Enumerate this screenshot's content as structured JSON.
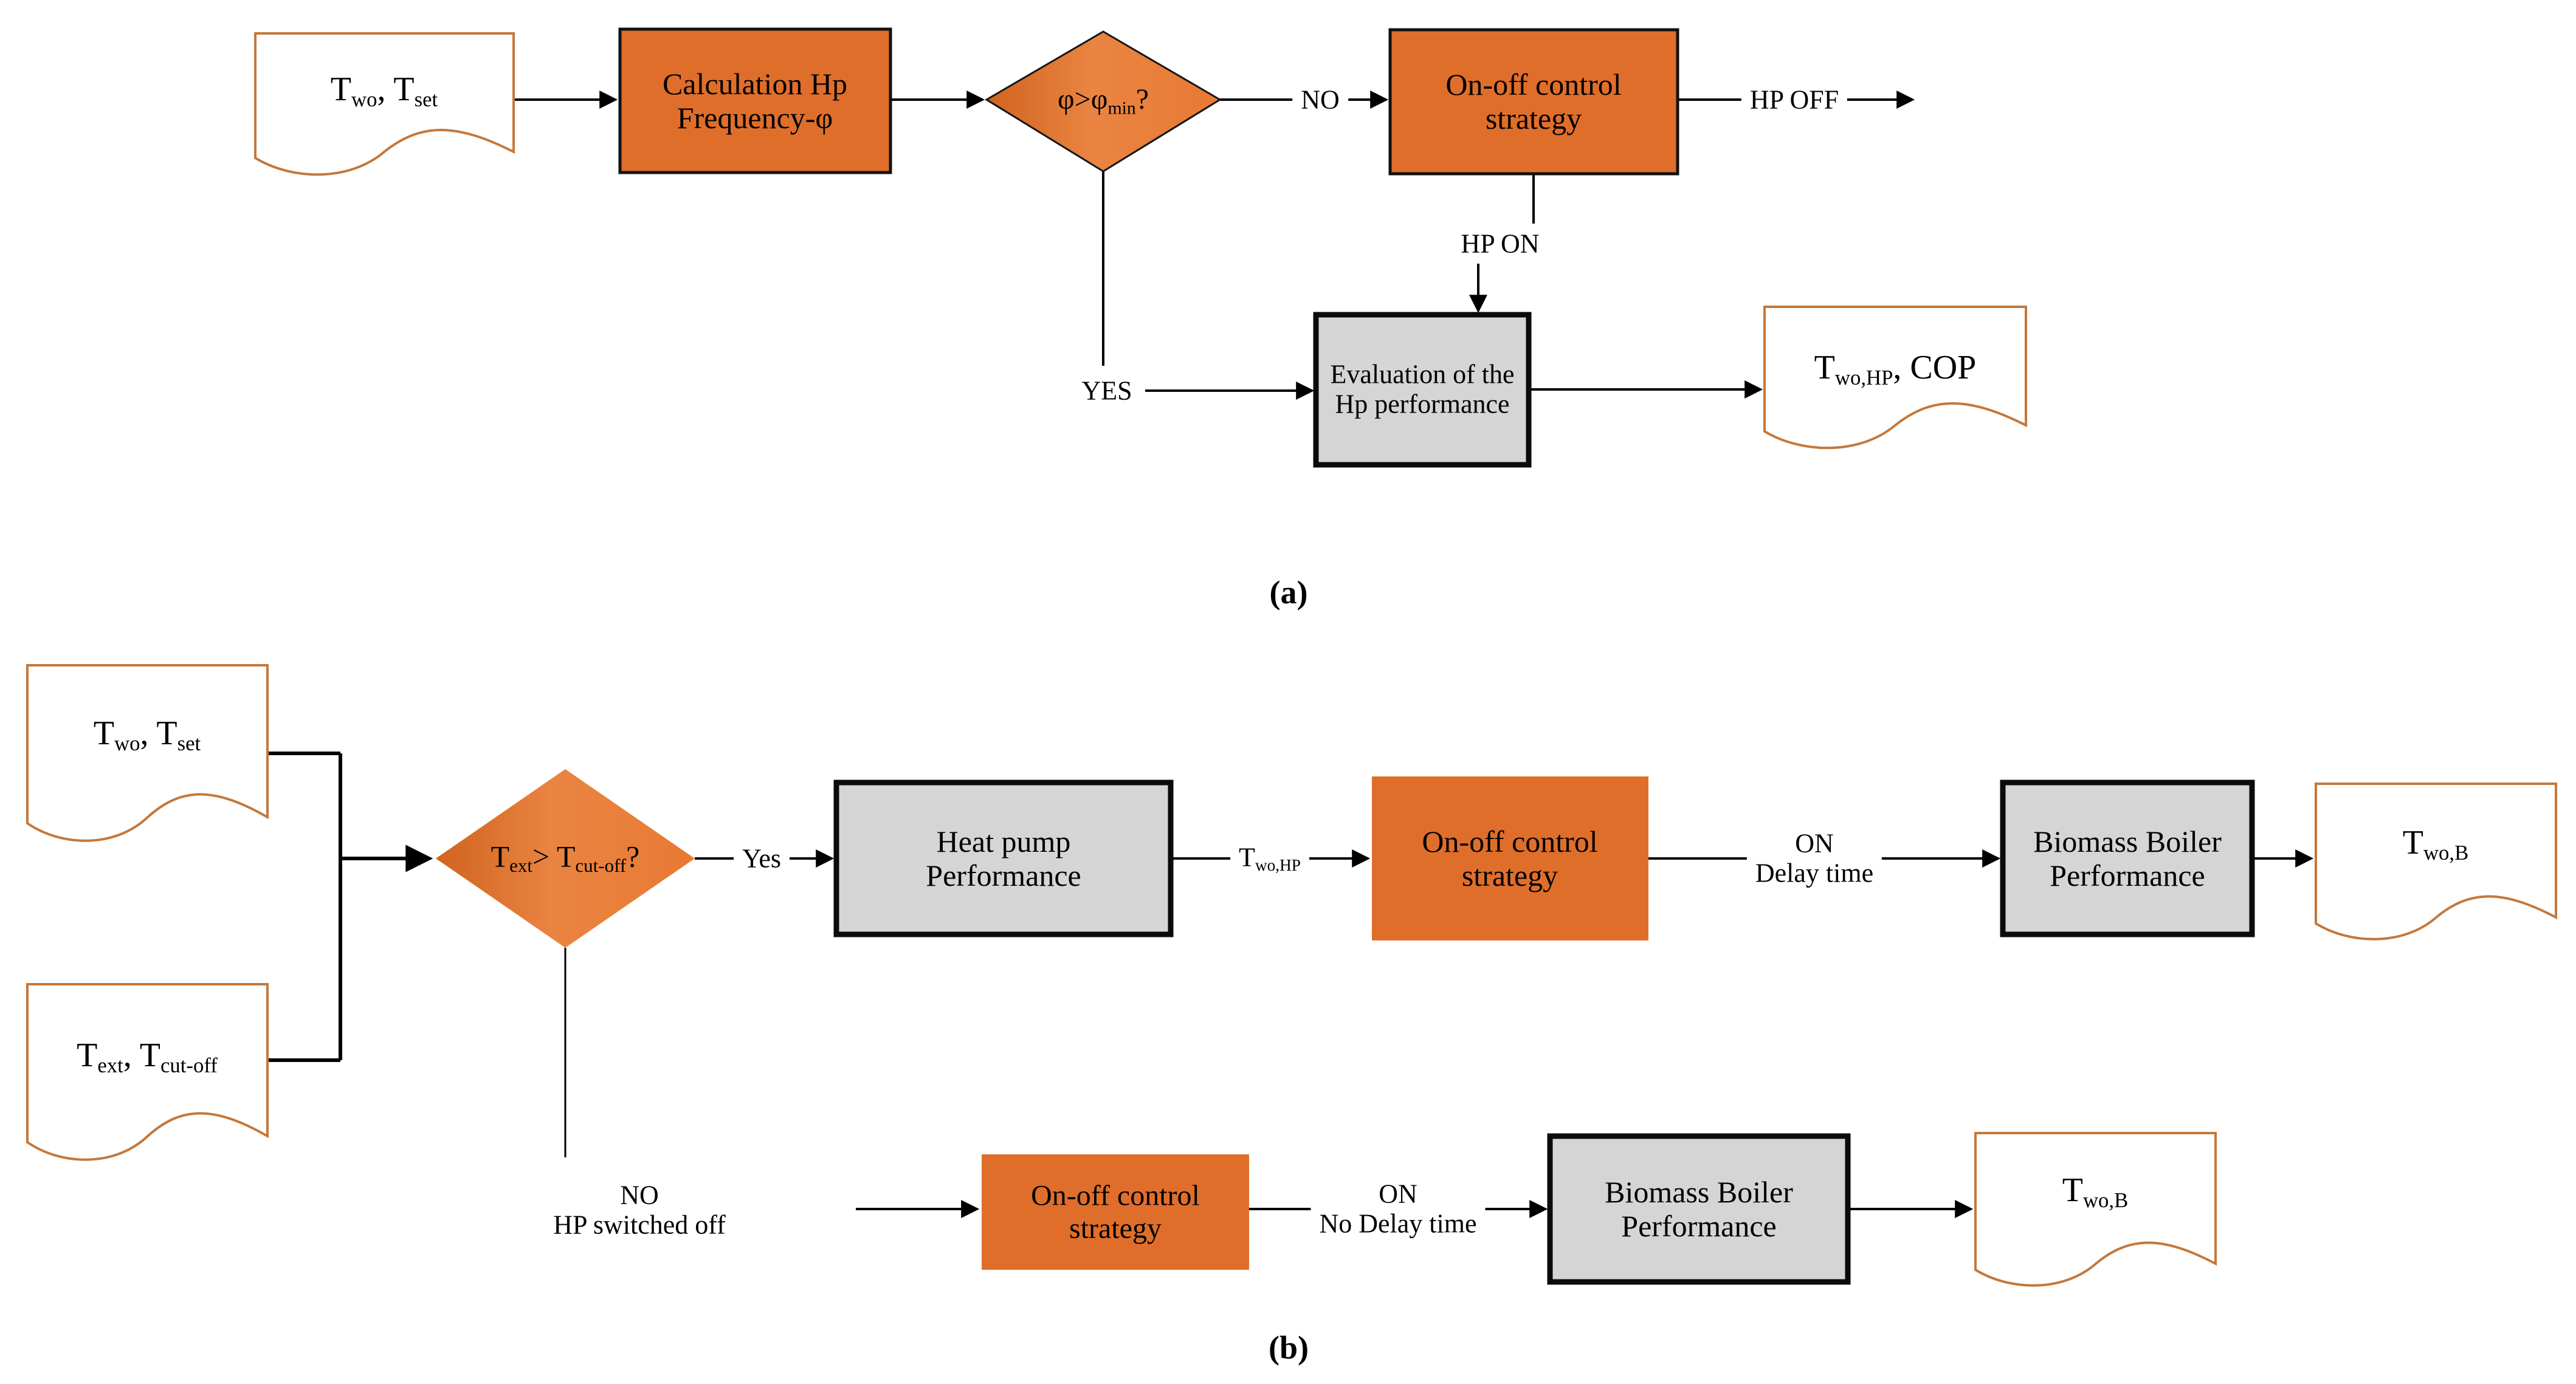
{
  "figure": {
    "caption_a": "(a)",
    "caption_b": "(b)"
  },
  "colors": {
    "process_orange": "#E06E2B",
    "diamond_gradient_dark": "#D0631F",
    "diamond_gradient_light": "#EA8442",
    "document_border": "#C3783C",
    "performance_gray": "#D5D5D5",
    "line_black": "#000000"
  },
  "part_a": {
    "doc_in": {
      "segs": [
        {
          "t": "T"
        },
        {
          "t": "wo"
        },
        {
          "t": ", T"
        },
        {
          "t": "set"
        }
      ]
    },
    "box_calc": {
      "line1": "Calculation Hp",
      "line2": "Frequency-φ"
    },
    "diamond": {
      "segs": [
        {
          "t": "φ>φ"
        },
        {
          "t": "min"
        },
        {
          "t": "?"
        }
      ]
    },
    "label_no": "NO",
    "box_onoff": {
      "line1": "On-off control",
      "line2": "strategy"
    },
    "label_hp_off": "HP OFF",
    "label_hp_on": "HP ON",
    "box_eval": {
      "line1": "Evaluation of the",
      "line2": "Hp performance"
    },
    "label_yes": "YES",
    "doc_out": {
      "segs": [
        {
          "t": "T"
        },
        {
          "t": "wo,HP"
        },
        {
          "t": ", COP"
        }
      ]
    }
  },
  "part_b": {
    "doc_in1": {
      "segs": [
        {
          "t": "T"
        },
        {
          "t": "wo"
        },
        {
          "t": ", T"
        },
        {
          "t": "set"
        }
      ]
    },
    "doc_in2": {
      "segs": [
        {
          "t": "T"
        },
        {
          "t": "ext"
        },
        {
          "t": ", T"
        },
        {
          "t": "cut-off"
        }
      ]
    },
    "diamond": {
      "segs": [
        {
          "t": "T"
        },
        {
          "t": "ext"
        },
        {
          "t": "> T"
        },
        {
          "t": "cut-off"
        },
        {
          "t": "?"
        }
      ]
    },
    "label_yes": "Yes",
    "box_hp": {
      "line1": "Heat pump",
      "line2": "Performance"
    },
    "label_twohp": {
      "segs": [
        {
          "t": "T"
        },
        {
          "t": "wo,HP"
        }
      ]
    },
    "box_onoff1": {
      "line1": "On-off control",
      "line2": "strategy"
    },
    "label_on1": {
      "line1": "ON",
      "line2": "Delay time"
    },
    "box_biomass1": {
      "line1": "Biomass Boiler",
      "line2": "Performance"
    },
    "doc_out1": {
      "segs": [
        {
          "t": "T"
        },
        {
          "t": "wo,B"
        }
      ]
    },
    "label_no_branch": {
      "line1": "NO",
      "line2": "HP switched off"
    },
    "box_onoff2": {
      "line1": "On-off control",
      "line2": "strategy"
    },
    "label_on2": {
      "line1": "ON",
      "line2": "No Delay time"
    },
    "box_biomass2": {
      "line1": "Biomass Boiler",
      "line2": "Performance"
    },
    "doc_out2": {
      "segs": [
        {
          "t": "T"
        },
        {
          "t": "wo,B"
        }
      ]
    }
  }
}
